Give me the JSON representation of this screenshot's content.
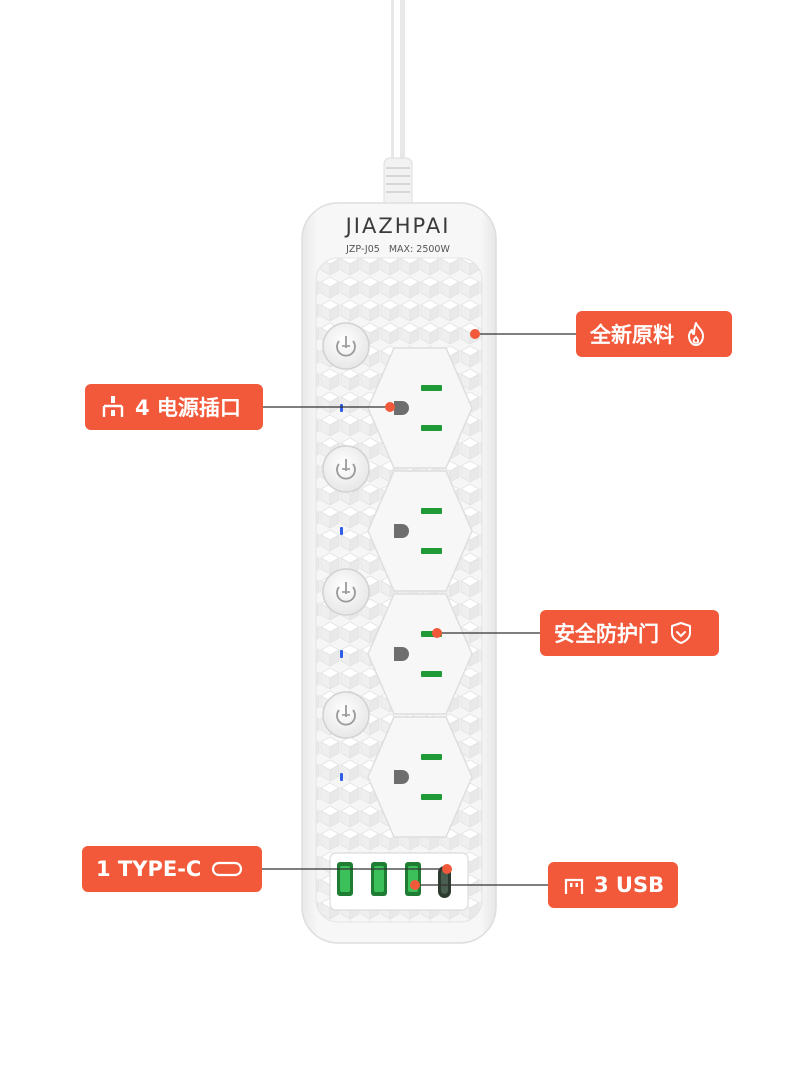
{
  "product": {
    "brand": "JIAZHPAI",
    "model_line": "JZP-J05   MAX: 2500W",
    "outlet_count": 4,
    "usb_a_count": 3,
    "typec_count": 1
  },
  "callouts": {
    "raw_material": {
      "label": "全新原料",
      "icon": "flame-icon"
    },
    "sockets": {
      "label": "4 电源插口",
      "icon": "plug-icon"
    },
    "safety_door": {
      "label": "安全防护门",
      "icon": "shield-check-icon"
    },
    "typec": {
      "label": "1 TYPE-C",
      "icon": "typec-port-icon"
    },
    "usb": {
      "label": "3 USB",
      "icon": "usb-port-icon"
    }
  },
  "colors": {
    "accent": "#f2593a",
    "strip_body": "#f3f3f3",
    "slot_green": "#1f9a37",
    "indicator_blue": "#2f5ee8"
  }
}
